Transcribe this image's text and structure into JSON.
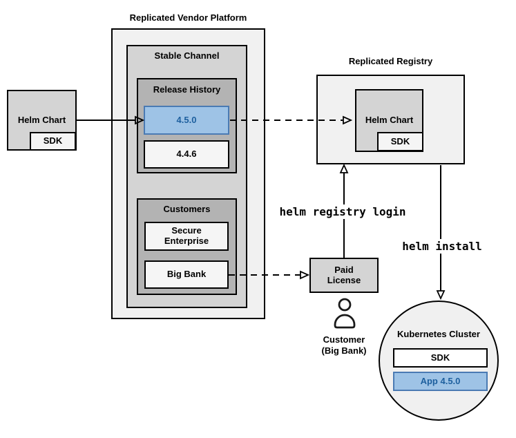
{
  "platform": {
    "title": "Replicated Vendor Platform",
    "stable_channel": {
      "title": "Stable Channel"
    },
    "release_history": {
      "title": "Release History",
      "releases": [
        {
          "version": "4.5.0",
          "highlighted": true
        },
        {
          "version": "4.4.6",
          "highlighted": false
        }
      ]
    },
    "customers": {
      "title": "Customers",
      "items": [
        {
          "name": "Secure Enterprise"
        },
        {
          "name": "Big Bank"
        }
      ]
    }
  },
  "vendor_helm_chart": {
    "label": "Helm Chart",
    "sdk_label": "SDK"
  },
  "registry": {
    "title": "Replicated Registry",
    "helm_chart": {
      "label": "Helm Chart",
      "sdk_label": "SDK"
    }
  },
  "paid_license": {
    "label": "Paid License"
  },
  "customer": {
    "name": "Customer",
    "detail": "(Big Bank)"
  },
  "kubernetes_cluster": {
    "title": "Kubernetes Cluster",
    "sdk_label": "SDK",
    "app_label": "App 4.5.0"
  },
  "commands": {
    "registry_login": "helm registry login",
    "install": "helm install"
  },
  "colors": {
    "highlight_fill": "#9ec3e6",
    "highlight_border": "#4a7ab3",
    "highlight_text": "#1d5f9e",
    "container_light": "#f1f1f1",
    "container_mid": "#d4d4d4",
    "container_dark": "#b3b3b3",
    "box_offwhite": "#f5f5f5",
    "cluster_fill": "#f0f0f0",
    "line": "#000000"
  }
}
